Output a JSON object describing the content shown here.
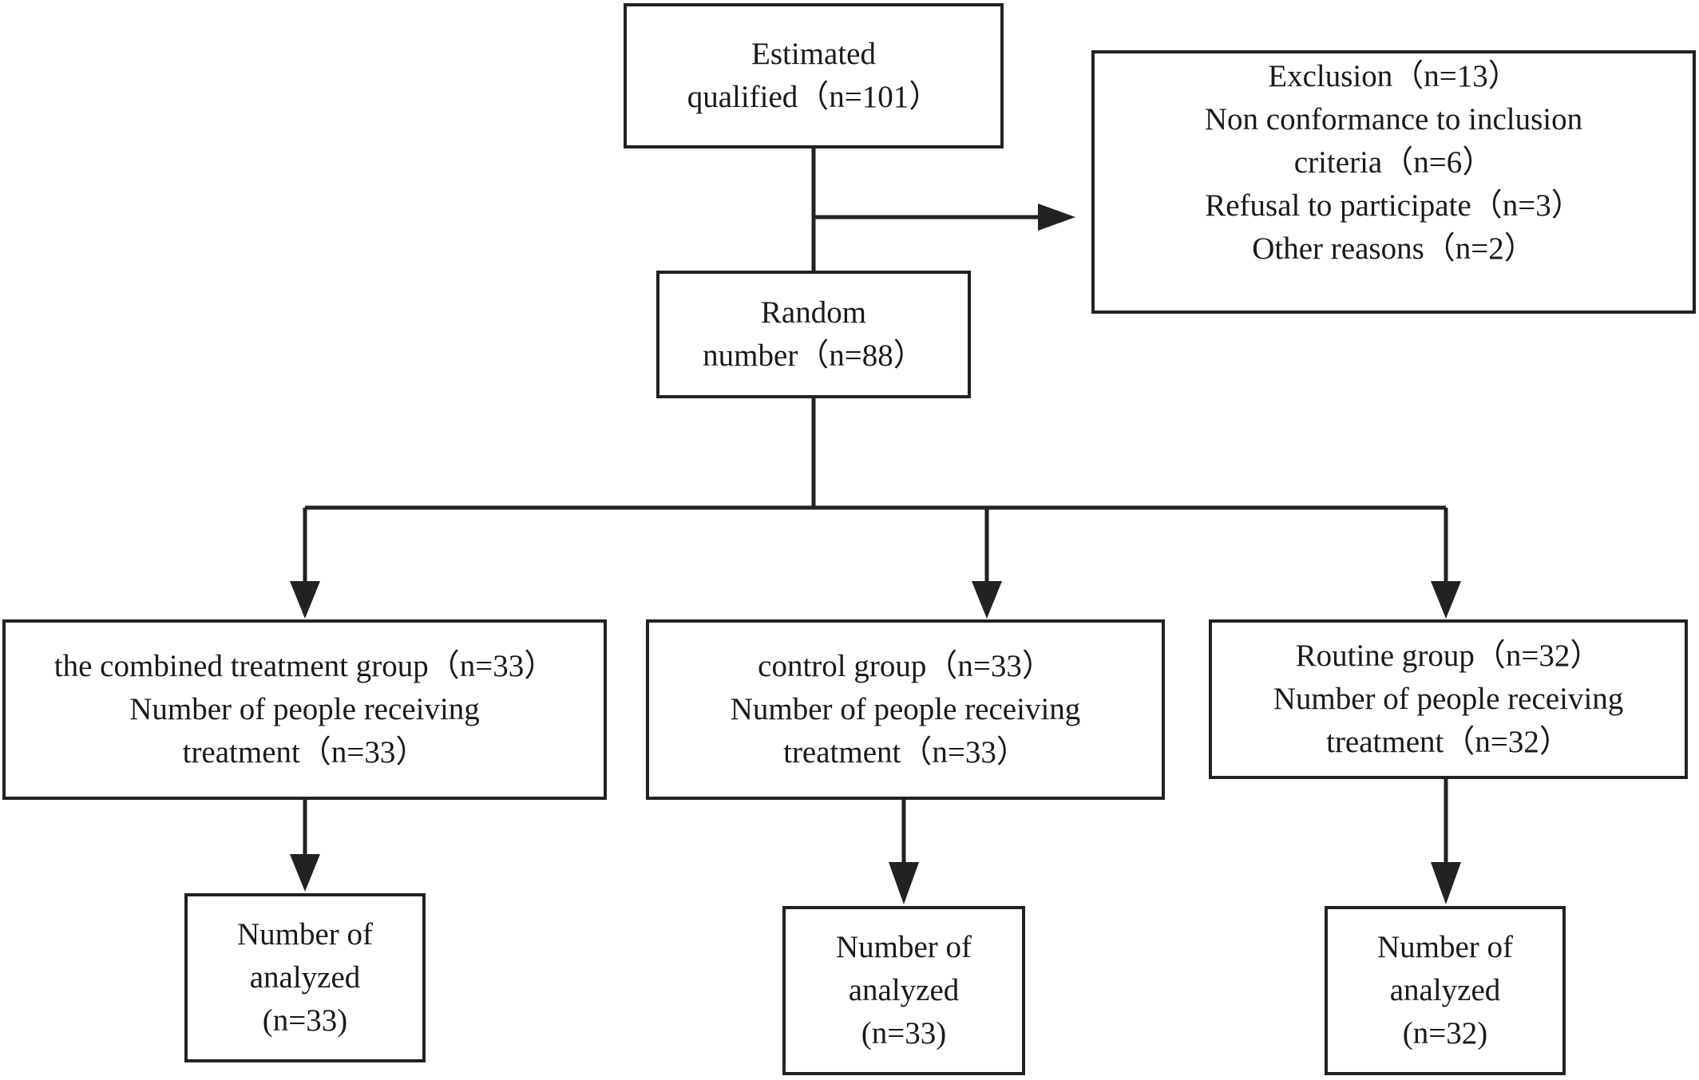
{
  "diagram": {
    "enrollment": {
      "lines": [
        "Estimated",
        "qualified（n=101）"
      ]
    },
    "exclusion": {
      "lines": [
        "Exclusion（n=13）",
        "Non conformance to inclusion",
        "criteria（n=6）",
        "Refusal to participate（n=3）",
        "Other reasons（n=2）"
      ]
    },
    "randomization": {
      "lines": [
        "Random",
        "number（n=88）"
      ]
    },
    "groups": [
      {
        "allocation": [
          "the combined treatment group（n=33）",
          "Number of people receiving",
          "treatment（n=33）"
        ],
        "analysis": [
          "Number of",
          "analyzed",
          "(n=33)"
        ]
      },
      {
        "allocation": [
          "control group（n=33）",
          "Number of people receiving",
          "treatment（n=33）"
        ],
        "analysis": [
          "Number of",
          "analyzed",
          "(n=33)"
        ]
      },
      {
        "allocation": [
          "Routine group（n=32）",
          "Number of people receiving",
          "treatment（n=32）"
        ],
        "analysis": [
          "Number of",
          "analyzed",
          "(n=32)"
        ]
      }
    ]
  },
  "colors": {
    "stroke": "#222222",
    "text": "#1a1a1a",
    "background": "#ffffff"
  }
}
